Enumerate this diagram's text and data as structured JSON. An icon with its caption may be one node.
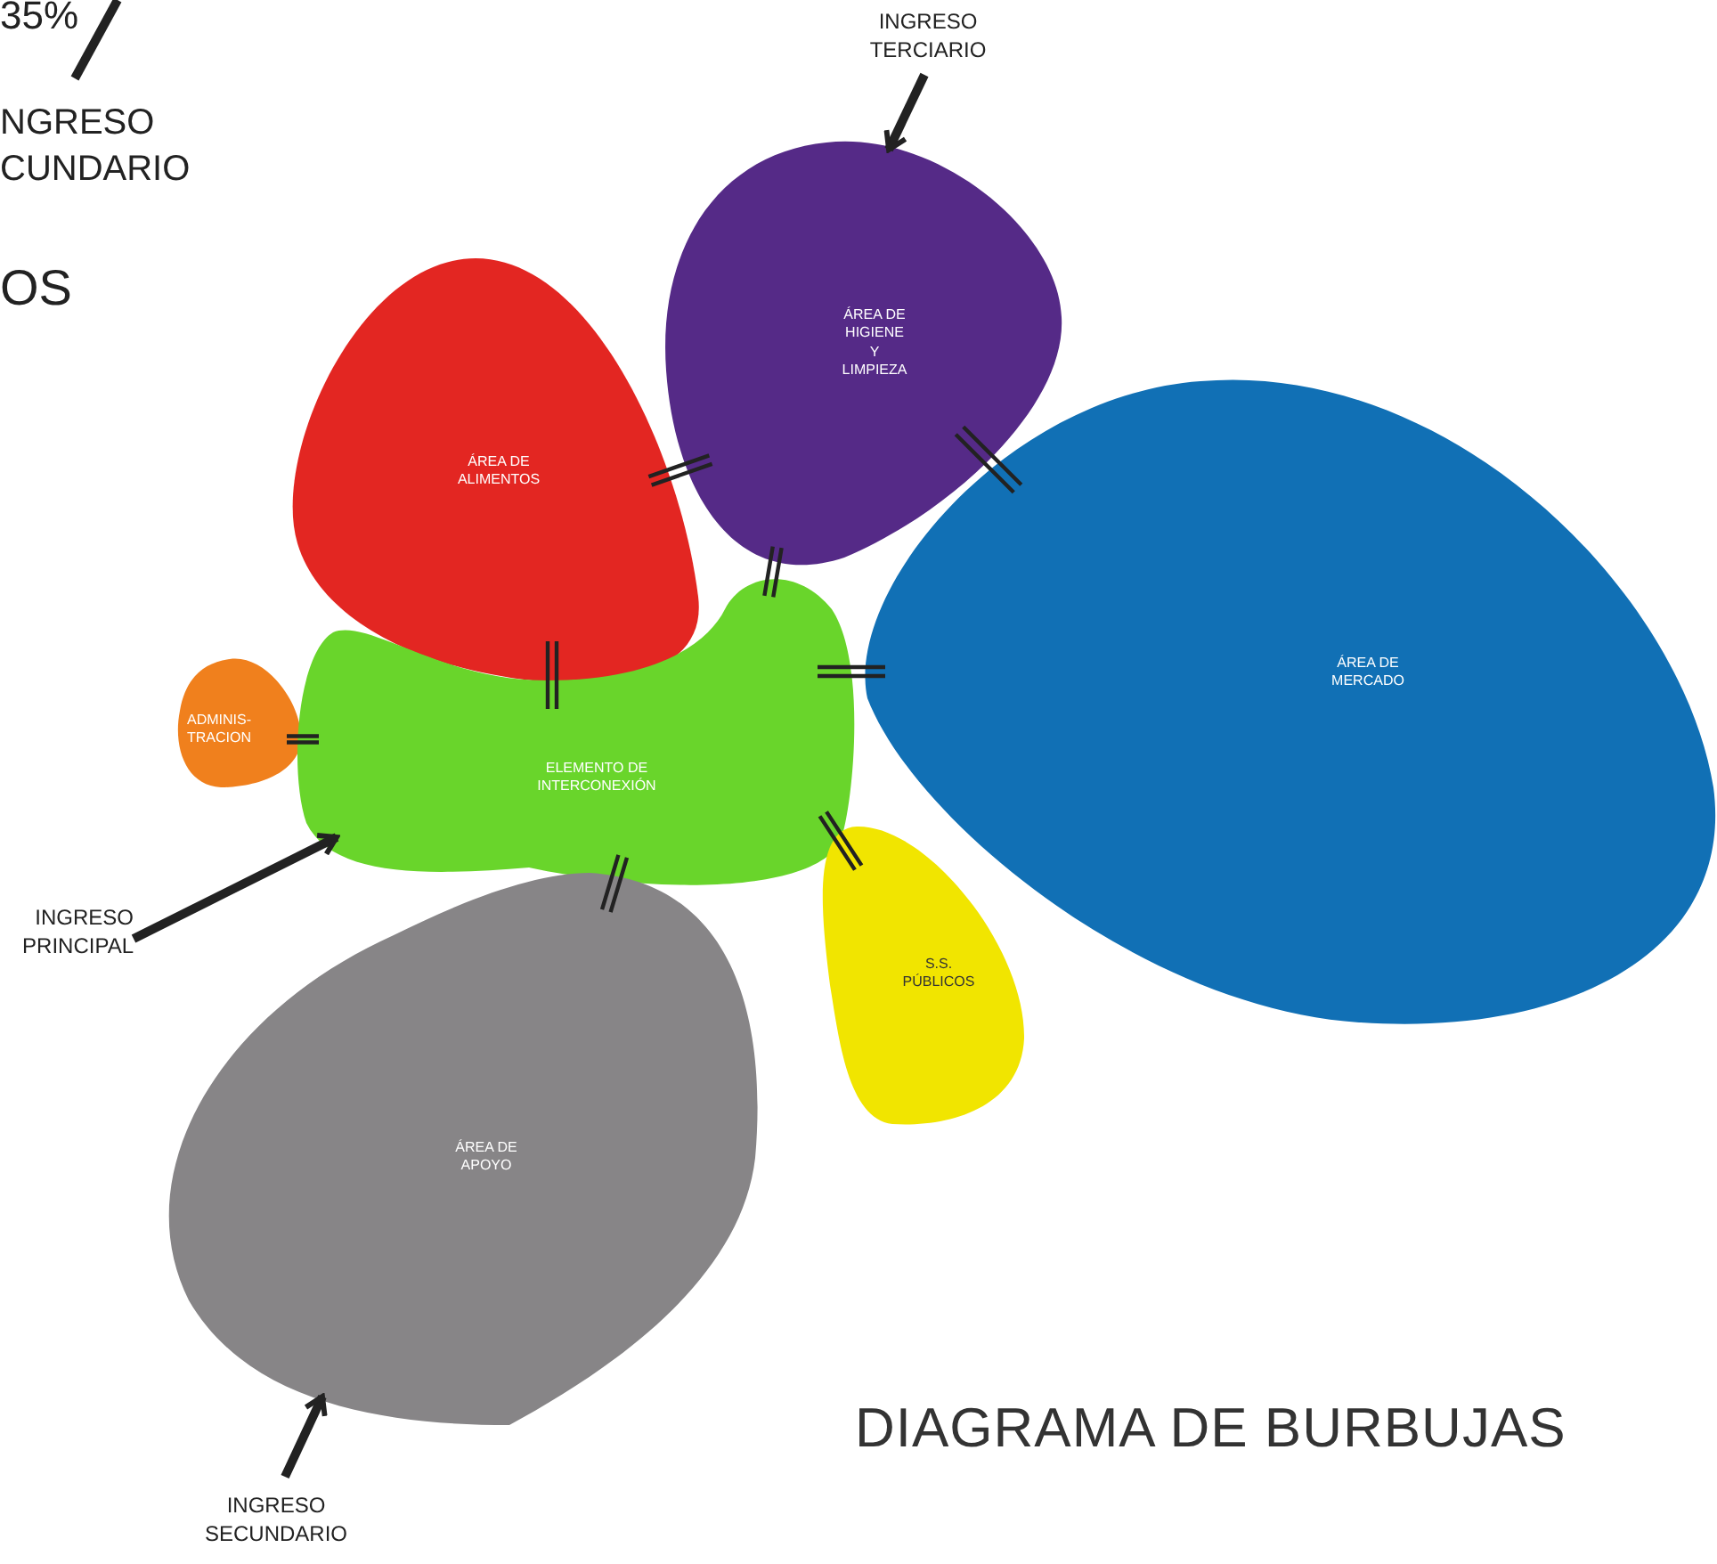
{
  "diagram": {
    "title": "DIAGRAMA DE BURBUJAS",
    "nodes": [
      {
        "text": [
          "NGRESO CUNDARIO"
        ]
      },
      {
        "text": [
          "INGRESO TERCIARIO"
        ]
      },
      {
        "text": [
          "ÁREA DE HIGIENE Y LIMPIEZA"
        ]
      },
      {
        "text": [
          "ÁREA DE ALIMENTOS"
        ]
      },
      {
        "text": [
          "ÁREA DE MERCADO"
        ]
      },
      {
        "text": [
          "ADMINIS- TRACION"
        ]
      },
      {
        "text": [
          "ELEMENTO DE INTERCONEXIÓN"
        ]
      },
      {
        "text": [
          "S.S. PÚBLICOS"
        ]
      },
      {
        "text": [
          "INGRESO PRINCIPAL"
        ]
      },
      {
        "text": [
          "ÁREA DE APOYO"
        ]
      },
      {
        "text": [
          "INGRESO SECUNDARIO"
        ]
      }
    ],
    "edges": [
      {
        "from": 0,
        "to": null,
        "arrow": "none",
        "style": "thick"
      },
      {
        "from": 1,
        "to": 2,
        "arrow": "to",
        "style": "thick"
      },
      {
        "from": 3,
        "to": 2,
        "arrow": "none"
      },
      {
        "from": 2,
        "to": 4,
        "arrow": "none"
      },
      {
        "from": 2,
        "to": 6,
        "arrow": "none"
      },
      {
        "from": 3,
        "to": 6,
        "arrow": "none"
      },
      {
        "from": 6,
        "to": 4,
        "arrow": "none"
      },
      {
        "from": 5,
        "to": 6,
        "arrow": "none"
      },
      {
        "from": 6,
        "to": 7,
        "arrow": "none"
      },
      {
        "from": 6,
        "to": 9,
        "arrow": "none"
      },
      {
        "from": 8,
        "to": 6,
        "arrow": "to",
        "style": "thick"
      },
      {
        "from": 10,
        "to": 9,
        "arrow": "to",
        "style": "thick"
      }
    ],
    "labels": [
      "35%",
      "OS"
    ]
  }
}
